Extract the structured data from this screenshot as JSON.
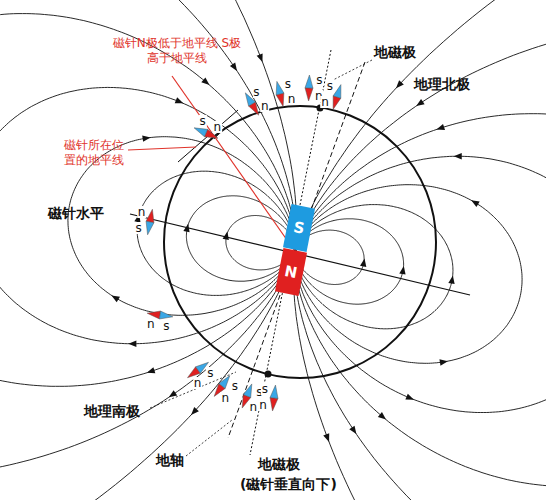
{
  "diagram": {
    "nodes": [
      {
        "text": [
          "S"
        ]
      },
      {
        "text": [
          "N"
        ]
      }
    ],
    "labels": [
      "磁针N极低于地平线 S极高于地平线",
      "磁针所在位置的地平线",
      "地磁极",
      "地理北极",
      "磁针水平",
      "地理南极",
      "地轴",
      "地磁极",
      "(磁针垂直向下)",
      "n",
      "s",
      "n",
      "s",
      "n",
      "s",
      "n",
      "s",
      "n",
      "s",
      "n",
      "s",
      "n",
      "s",
      "n",
      "s",
      "n",
      "s",
      "n",
      "s",
      "n",
      "s"
    ]
  }
}
